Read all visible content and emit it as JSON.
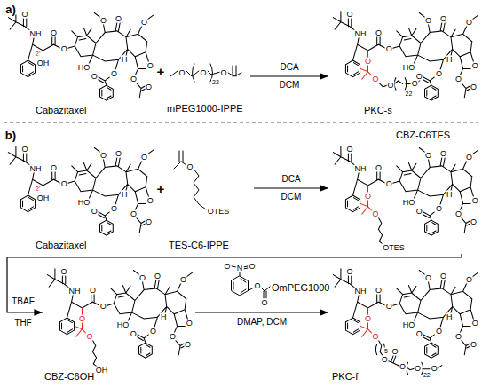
{
  "diagram": {
    "nodes": [
      {
        "text": [
          "Cabazitaxel"
        ]
      },
      {
        "text": [
          "mPEG1000-IPPE"
        ]
      },
      {
        "text": [
          "PKC-s"
        ]
      },
      {
        "text": [
          "Cabazitaxel"
        ]
      },
      {
        "text": [
          "TES-C6-IPPE"
        ]
      },
      {
        "text": [
          "CBZ-C6TES"
        ]
      },
      {
        "text": [
          "CBZ-C6OH"
        ]
      },
      {
        "text": [
          "OmPEG1000"
        ]
      },
      {
        "text": [
          "PKC-f"
        ]
      }
    ],
    "edges": [
      {
        "from": 1,
        "to": 2,
        "arrow": "to"
      },
      {
        "from": 4,
        "to": 5,
        "arrow": "to"
      },
      {
        "from": 5,
        "to": 6,
        "arrow": "to"
      },
      {
        "from": 6,
        "to": 8,
        "arrow": "to",
        "label": "DMAP, DCM"
      }
    ],
    "labels": [
      "a)",
      "O",
      "NH",
      "O",
      "O",
      "O",
      "O",
      "O",
      "HO",
      "H",
      "O",
      "O",
      "O",
      "O",
      "O",
      "OH",
      "2'",
      "+",
      "O",
      "O",
      "22",
      "O",
      "DCA",
      "DCM",
      "O",
      "NH",
      "O",
      "O",
      "O",
      "O",
      "O",
      "HO",
      "H",
      "O",
      "O",
      "O",
      "O",
      "O",
      "O",
      "O",
      "O",
      "22",
      "O",
      "b)",
      "O",
      "NH",
      "O",
      "O",
      "O",
      "O",
      "O",
      "HO",
      "H",
      "O",
      "O",
      "O",
      "O",
      "O",
      "OH",
      "2'",
      "+",
      "O",
      "OTES",
      "DCA",
      "DCM",
      "O",
      "NH",
      "O",
      "O",
      "O",
      "O",
      "O",
      "HO",
      "H",
      "O",
      "O",
      "O",
      "O",
      "O",
      "O",
      "O",
      "OTES",
      "TBAF",
      "THF",
      "O",
      "NH",
      "O",
      "O",
      "O",
      "O",
      "O",
      "HO",
      "H",
      "O",
      "O",
      "O",
      "O",
      "O",
      "O",
      "O",
      "OH",
      "O",
      "N",
      "O",
      "O",
      "O",
      "O",
      "NH",
      "O",
      "O",
      "O",
      "O",
      "O",
      "HO",
      "H",
      "O",
      "O",
      "O",
      "O",
      "O",
      "O",
      "O",
      "5",
      "O",
      "O",
      "O",
      "O",
      "22",
      "O"
    ]
  }
}
